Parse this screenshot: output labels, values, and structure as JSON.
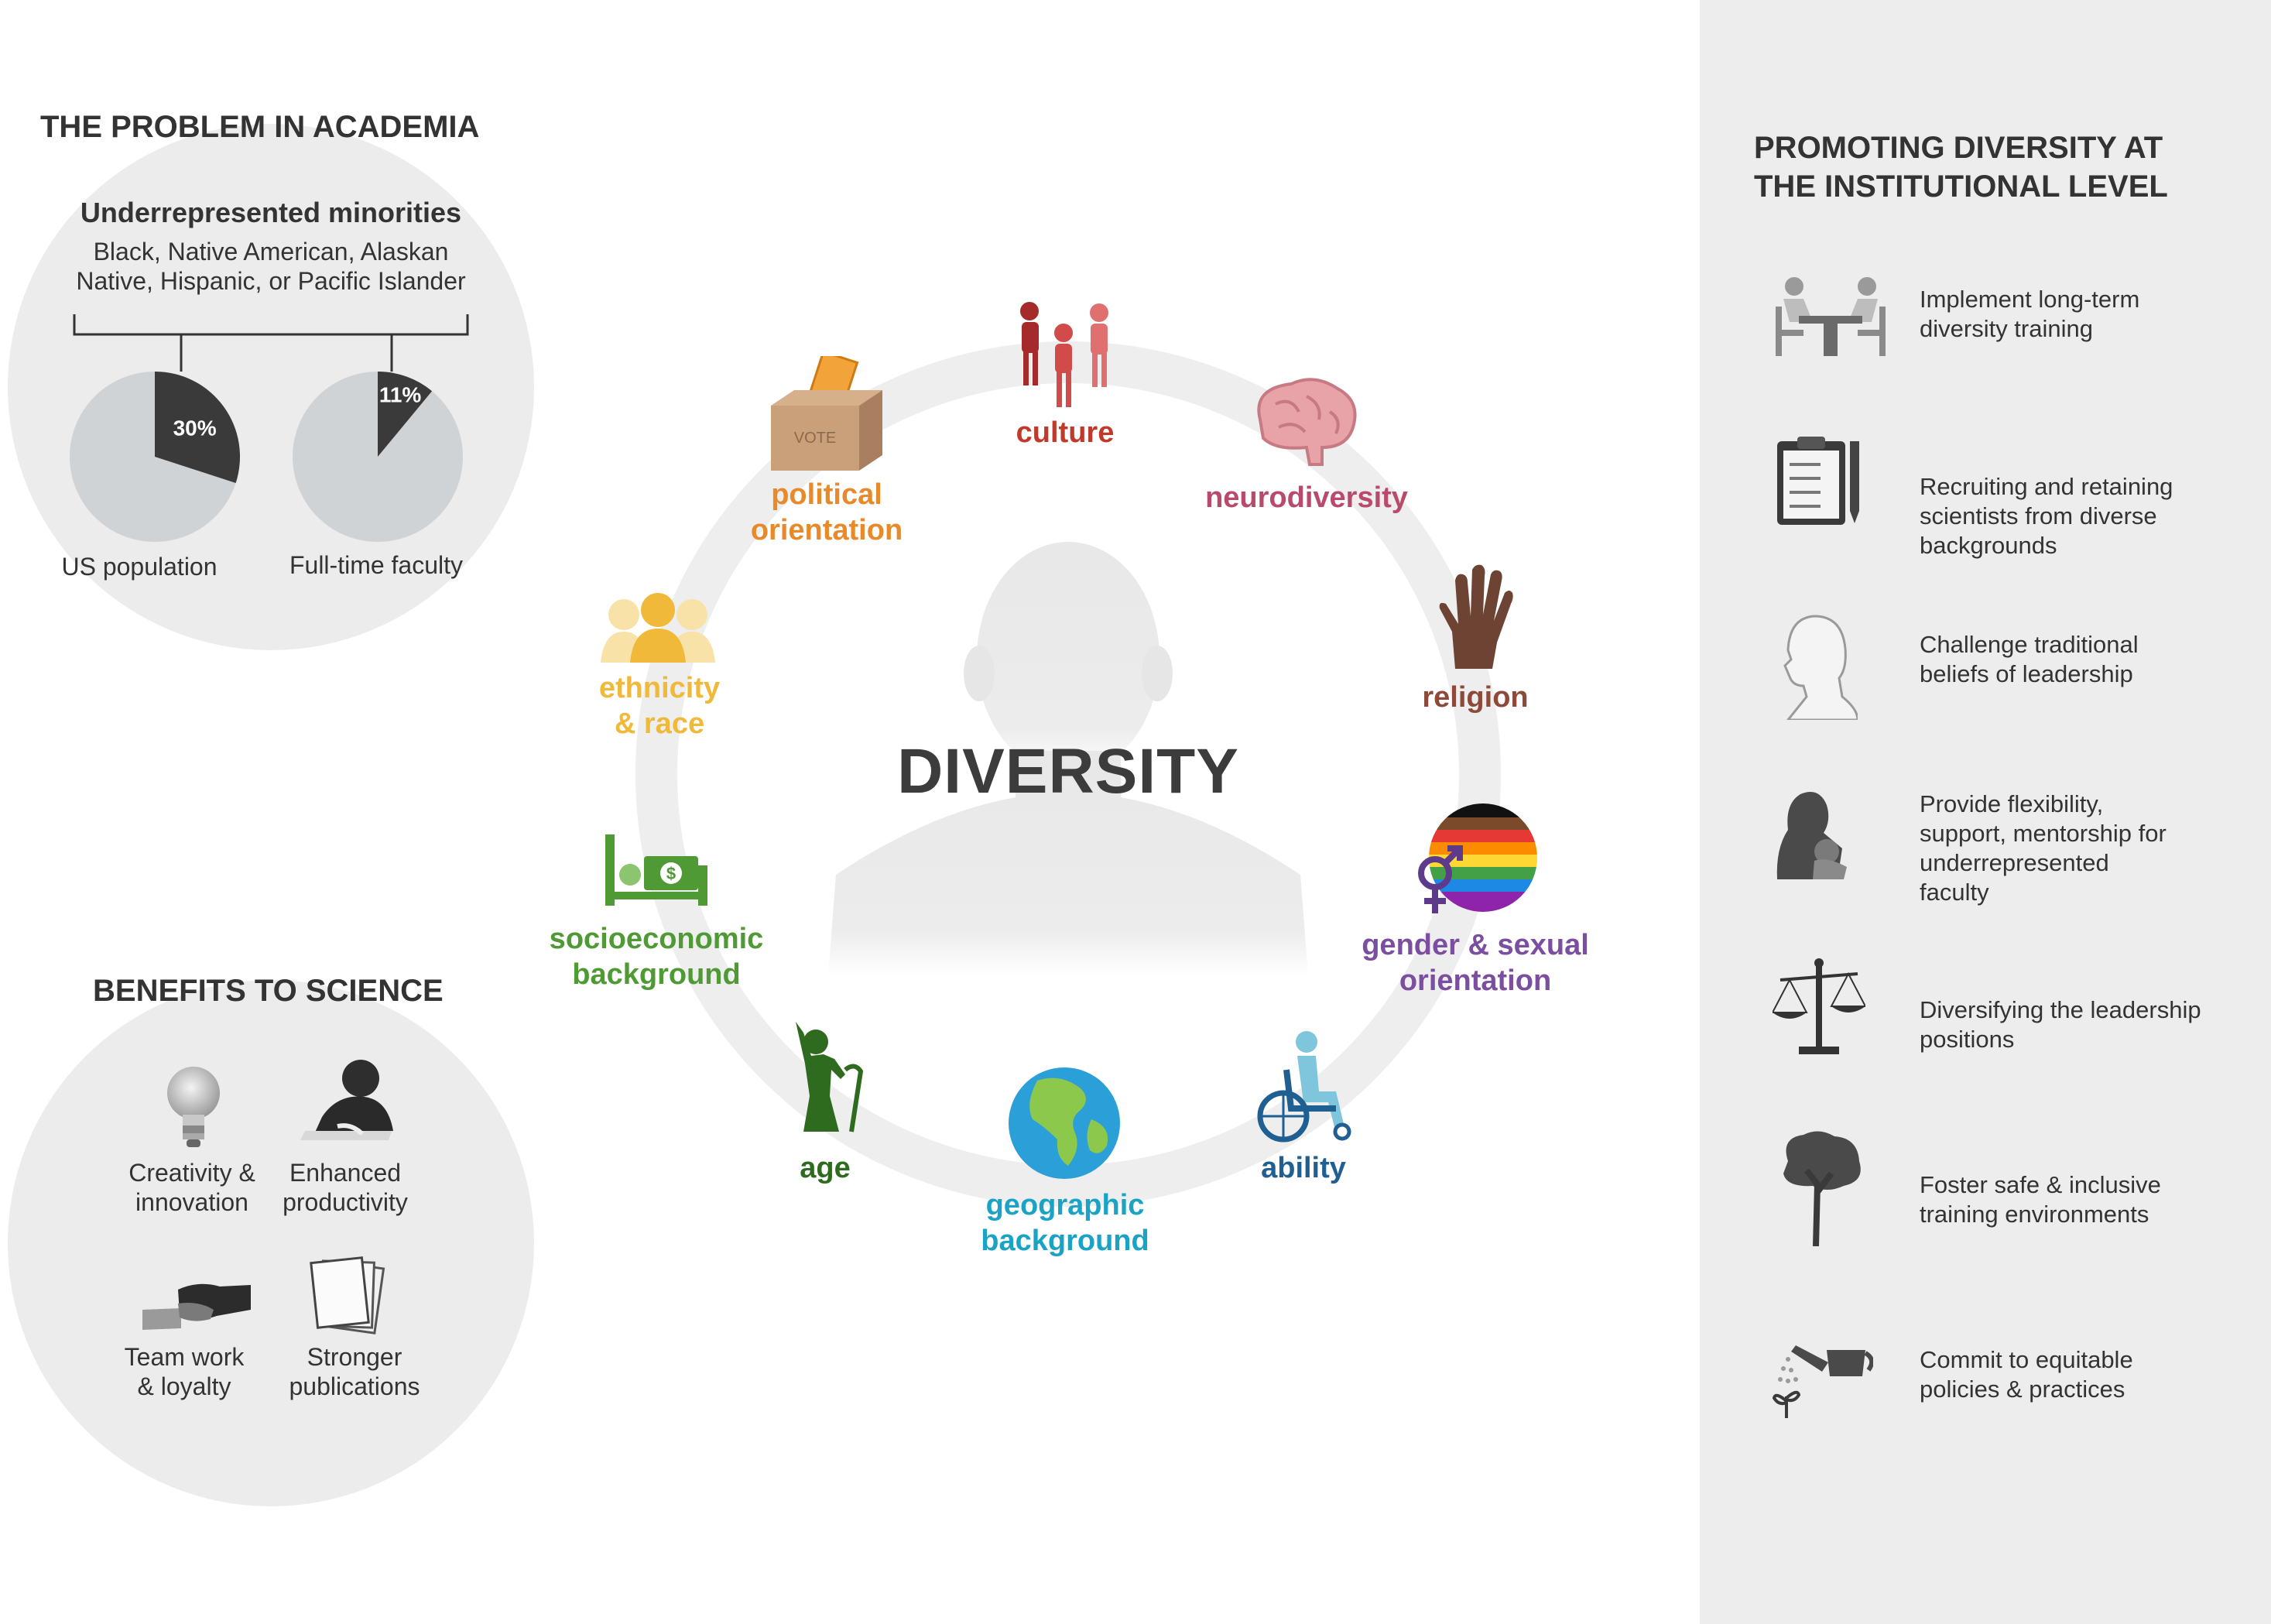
{
  "problem": {
    "heading": "THE PROBLEM IN ACADEMIA",
    "urm_title": "Underrepresented minorities",
    "urm_line1": "Black, Native American, Alaskan",
    "urm_line2": "Native, Hispanic, or Pacific Islander",
    "pies": [
      {
        "label": "US population",
        "value_label": "30%",
        "value": 30
      },
      {
        "label": "Full-time faculty",
        "value_label": "11%",
        "value": 11
      }
    ]
  },
  "benefits": {
    "heading": "BENEFITS TO SCIENCE",
    "items": [
      {
        "line1": "Creativity &",
        "line2": "innovation"
      },
      {
        "line1": "Enhanced",
        "line2": "productivity"
      },
      {
        "line1": "Team work",
        "line2": "& loyalty"
      },
      {
        "line1": "Stronger",
        "line2": "publications"
      }
    ]
  },
  "center": {
    "title": "DIVERSITY",
    "categories": [
      {
        "line1": "culture",
        "line2": "",
        "color": "#c0392b"
      },
      {
        "line1": "neurodiversity",
        "line2": "",
        "color": "#b94a6b"
      },
      {
        "line1": "religion",
        "line2": "",
        "color": "#8b4a3a"
      },
      {
        "line1": "gender & sexual",
        "line2": "orientation",
        "color": "#7b4ea0"
      },
      {
        "line1": "ability",
        "line2": "",
        "color": "#1f5f91"
      },
      {
        "line1": "geographic",
        "line2": "background",
        "color": "#1aa3c4"
      },
      {
        "line1": "age",
        "line2": "",
        "color": "#2e6b1f"
      },
      {
        "line1": "socioeconomic",
        "line2": "background",
        "color": "#4f9a35"
      },
      {
        "line1": "ethnicity",
        "line2": "& race",
        "color": "#f0b93a"
      },
      {
        "line1": "political",
        "line2": "orientation",
        "color": "#e8892a"
      }
    ],
    "vote_label": "VOTE"
  },
  "promoting": {
    "heading_line1": "PROMOTING DIVERSITY AT",
    "heading_line2": "THE INSTITUTIONAL LEVEL",
    "items": [
      {
        "lines": [
          "Implement long-term",
          "diversity training"
        ],
        "icon": "meeting-icon"
      },
      {
        "lines": [
          "Recruiting and retaining",
          "scientists from diverse",
          "backgrounds"
        ],
        "icon": "clipboard-icon"
      },
      {
        "lines": [
          "Challenge traditional",
          "beliefs of leadership"
        ],
        "icon": "head-profile-icon"
      },
      {
        "lines": [
          "Provide flexibility,",
          "support, mentorship for",
          "underrepresented",
          "faculty"
        ],
        "icon": "parent-child-icon"
      },
      {
        "lines": [
          "Diversifying the leadership",
          "positions"
        ],
        "icon": "scale-icon"
      },
      {
        "lines": [
          "Foster safe & inclusive",
          "training environments"
        ],
        "icon": "tree-icon"
      },
      {
        "lines": [
          "Commit to equitable",
          "policies & practices"
        ],
        "icon": "watering-can-icon"
      }
    ]
  },
  "colors": {
    "panel_bg": "#ededed",
    "circle_bg": "#ececec",
    "pie_base": "#d0d3d5",
    "pie_slice": "#3a3a3a"
  }
}
